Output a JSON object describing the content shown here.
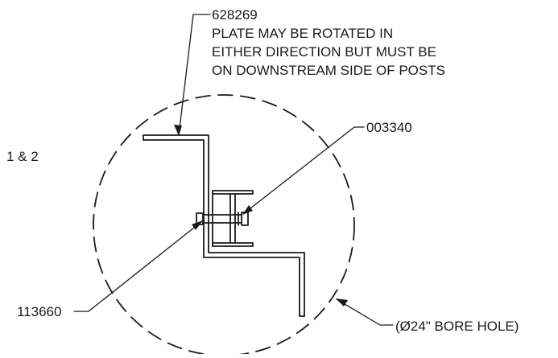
{
  "labels": {
    "part_plate": "628269",
    "plate_note_line1": "PLATE MAY BE ROTATED IN",
    "plate_note_line2": "EITHER DIRECTION BUT MUST BE",
    "plate_note_line3": "ON DOWNSTREAM SIDE OF POSTS",
    "part_bolt": "003340",
    "part_nut": "113660",
    "bore_hole": "(Ø24\" BORE HOLE)",
    "post_numbers": "1 & 2"
  },
  "colors": {
    "line": "#1a1a1a",
    "background": "#ffffff"
  }
}
